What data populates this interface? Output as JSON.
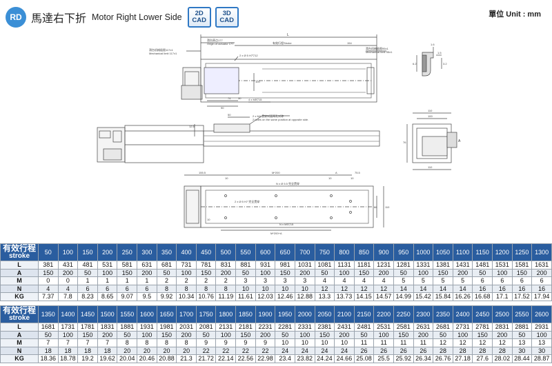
{
  "header": {
    "badge": "RD",
    "title_zh": "馬達右下折",
    "title_en": "Motor Right Lower Side",
    "cad_2d": [
      "2D",
      "CAD"
    ],
    "cad_3d": [
      "3D",
      "CAD"
    ],
    "unit": "單位 Unit : mm"
  },
  "drawing_labels": {
    "L": "L",
    "origin": "滑台原点177",
    "origin_en": "Origin of actuator 177",
    "stroke": "有效行程Stroke",
    "limit_left": "滑台机械极限117±1",
    "limit_left_en": "Mechanical limit 117±1",
    "limit_right": "滑台机械极限95±1",
    "limit_right_en": "Mechanical limit 95±1",
    "d154": "154",
    "hole_top": "2 x Ø 5 H7▽12",
    "d100": "100",
    "d74": "74",
    "d30": "30",
    "d90": "90",
    "m5_top": "4 x M5▽15",
    "m4": "2 x M4 贯穿对面两孔对称",
    "m4_en": "2 holes on the same position at opposite side.",
    "d50": "50",
    "d12_5": "12.5",
    "d110": "110",
    "d100b": "100",
    "d76": "76",
    "d110b": "110",
    "d1_6": "1.6",
    "d1_5": "1.5",
    "d6_2": "6.2",
    "d3_2": "3.2",
    "A": "A",
    "d155_5": "155.5",
    "M200": "M*200",
    "A2": "A",
    "d75_5": "75.5",
    "d10a": "10",
    "d10b": "10",
    "d10c": "10",
    "d10d": "10",
    "hole_n": "N x Ø 5.5 完全贯穿",
    "hole_7": "2 x Ø 5 H7 完全贯穿",
    "m5_n": "N x M5▽15",
    "M200A": "M*200+A",
    "d66": "66",
    "d110c": "110"
  },
  "corner": {
    "zh": "有效行程",
    "en": "stroke"
  },
  "row_labels": [
    "L",
    "A",
    "M",
    "N",
    "KG"
  ],
  "table1": {
    "strokes": [
      "50",
      "100",
      "150",
      "200",
      "250",
      "300",
      "350",
      "400",
      "450",
      "500",
      "550",
      "600",
      "650",
      "700",
      "750",
      "800",
      "850",
      "900",
      "950",
      "1000",
      "1050",
      "1100",
      "1150",
      "1200",
      "1250",
      "1300"
    ],
    "rows": [
      [
        "381",
        "431",
        "481",
        "531",
        "581",
        "631",
        "681",
        "731",
        "781",
        "831",
        "881",
        "931",
        "981",
        "1031",
        "1081",
        "1131",
        "1181",
        "1231",
        "1281",
        "1331",
        "1381",
        "1431",
        "1481",
        "1531",
        "1581",
        "1631"
      ],
      [
        "150",
        "200",
        "50",
        "100",
        "150",
        "200",
        "50",
        "100",
        "150",
        "200",
        "50",
        "100",
        "150",
        "200",
        "50",
        "100",
        "150",
        "200",
        "50",
        "100",
        "150",
        "200",
        "50",
        "100",
        "150",
        "200"
      ],
      [
        "0",
        "0",
        "1",
        "1",
        "1",
        "1",
        "2",
        "2",
        "2",
        "2",
        "3",
        "3",
        "3",
        "3",
        "4",
        "4",
        "4",
        "4",
        "5",
        "5",
        "5",
        "5",
        "6",
        "6",
        "6",
        "6"
      ],
      [
        "4",
        "4",
        "6",
        "6",
        "6",
        "6",
        "8",
        "8",
        "8",
        "8",
        "10",
        "10",
        "10",
        "10",
        "12",
        "12",
        "12",
        "12",
        "14",
        "14",
        "14",
        "14",
        "16",
        "16",
        "16",
        "16"
      ],
      [
        "7.37",
        "7.8",
        "8.23",
        "8.65",
        "9.07",
        "9.5",
        "9.92",
        "10.34",
        "10.76",
        "11.19",
        "11.61",
        "12.03",
        "12.46",
        "12.88",
        "13.3",
        "13.73",
        "14.15",
        "14.57",
        "14.99",
        "15.42",
        "15.84",
        "16.26",
        "16.68",
        "17.1",
        "17.52",
        "17.94"
      ]
    ]
  },
  "table2": {
    "strokes": [
      "1350",
      "1400",
      "1450",
      "1500",
      "1550",
      "1600",
      "1650",
      "1700",
      "1750",
      "1800",
      "1850",
      "1900",
      "1950",
      "2000",
      "2050",
      "2100",
      "2150",
      "2200",
      "2250",
      "2300",
      "2350",
      "2400",
      "2450",
      "2500",
      "2550",
      "2600"
    ],
    "rows": [
      [
        "1681",
        "1731",
        "1781",
        "1831",
        "1881",
        "1931",
        "1981",
        "2031",
        "2081",
        "2131",
        "2181",
        "2231",
        "2281",
        "2331",
        "2381",
        "2431",
        "2481",
        "2531",
        "2581",
        "2631",
        "2681",
        "2731",
        "2781",
        "2831",
        "2881",
        "2931"
      ],
      [
        "50",
        "100",
        "150",
        "200",
        "50",
        "100",
        "150",
        "200",
        "50",
        "100",
        "150",
        "200",
        "50",
        "100",
        "150",
        "200",
        "50",
        "100",
        "150",
        "200",
        "50",
        "100",
        "150",
        "200",
        "50",
        "100"
      ],
      [
        "7",
        "7",
        "7",
        "7",
        "8",
        "8",
        "8",
        "8",
        "9",
        "9",
        "9",
        "9",
        "10",
        "10",
        "10",
        "10",
        "11",
        "11",
        "11",
        "11",
        "12",
        "12",
        "12",
        "12",
        "13",
        "13"
      ],
      [
        "18",
        "18",
        "18",
        "18",
        "20",
        "20",
        "20",
        "20",
        "22",
        "22",
        "22",
        "22",
        "24",
        "24",
        "24",
        "24",
        "26",
        "26",
        "26",
        "26",
        "28",
        "28",
        "28",
        "28",
        "30",
        "30"
      ],
      [
        "18.36",
        "18.78",
        "19.2",
        "19.62",
        "20.04",
        "20.46",
        "20.88",
        "21.3",
        "21.72",
        "22.14",
        "22.56",
        "22.98",
        "23.4",
        "23.82",
        "24.24",
        "24.66",
        "25.08",
        "25.5",
        "25.92",
        "26.34",
        "26.76",
        "27.18",
        "27.6",
        "28.02",
        "28.44",
        "28.87"
      ]
    ]
  }
}
